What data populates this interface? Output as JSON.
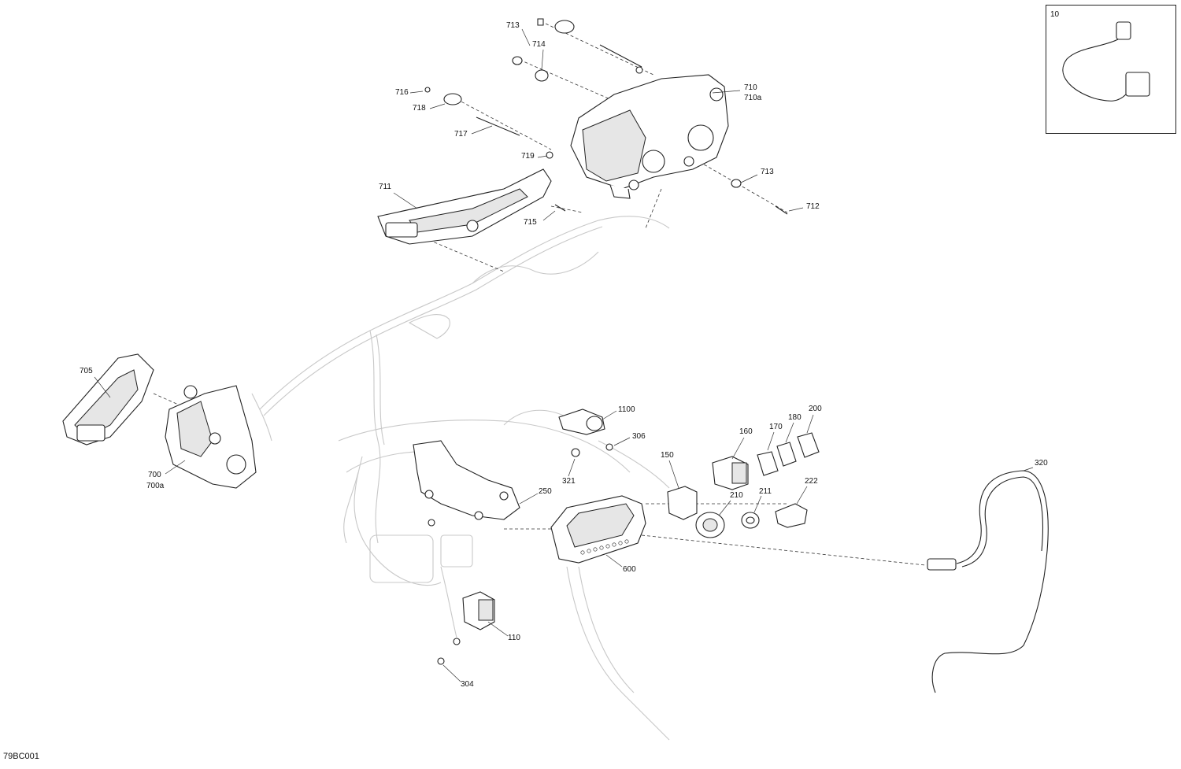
{
  "figure_code": "79BC001",
  "inset": {
    "label": "10"
  },
  "callouts": [
    {
      "id": "c713a",
      "text": "713"
    },
    {
      "id": "c714",
      "text": "714"
    },
    {
      "id": "c716",
      "text": "716"
    },
    {
      "id": "c718",
      "text": "718"
    },
    {
      "id": "c717",
      "text": "717"
    },
    {
      "id": "c710",
      "text": "710"
    },
    {
      "id": "c710a",
      "text": "710a"
    },
    {
      "id": "c719",
      "text": "719"
    },
    {
      "id": "c713b",
      "text": "713"
    },
    {
      "id": "c711",
      "text": "711"
    },
    {
      "id": "c712",
      "text": "712"
    },
    {
      "id": "c715",
      "text": "715"
    },
    {
      "id": "c705",
      "text": "705"
    },
    {
      "id": "c700",
      "text": "700"
    },
    {
      "id": "c700a",
      "text": "700a"
    },
    {
      "id": "c1100",
      "text": "1100"
    },
    {
      "id": "c306",
      "text": "306"
    },
    {
      "id": "c321",
      "text": "321"
    },
    {
      "id": "c250",
      "text": "250"
    },
    {
      "id": "c150",
      "text": "150"
    },
    {
      "id": "c160",
      "text": "160"
    },
    {
      "id": "c170",
      "text": "170"
    },
    {
      "id": "c180",
      "text": "180"
    },
    {
      "id": "c200",
      "text": "200"
    },
    {
      "id": "c210",
      "text": "210"
    },
    {
      "id": "c211",
      "text": "211"
    },
    {
      "id": "c222",
      "text": "222"
    },
    {
      "id": "c320",
      "text": "320"
    },
    {
      "id": "c600",
      "text": "600"
    },
    {
      "id": "c110",
      "text": "110"
    },
    {
      "id": "c304",
      "text": "304"
    }
  ]
}
